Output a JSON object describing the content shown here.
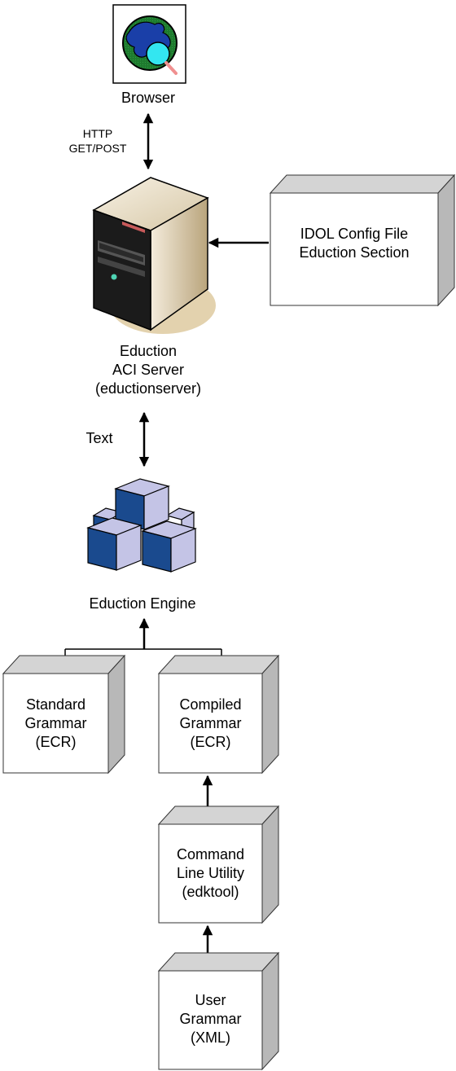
{
  "nodes": {
    "browser": {
      "label": "Browser"
    },
    "http_link": {
      "line1": "HTTP",
      "line2": "GET/POST"
    },
    "server": {
      "line1": "Eduction",
      "line2": "ACI Server",
      "line3": "(eductionserver)"
    },
    "config": {
      "line1": "IDOL Config File",
      "line2": "Eduction Section"
    },
    "text_link": {
      "label": "Text"
    },
    "engine": {
      "label": "Eduction Engine"
    },
    "standard_grammar": {
      "line1": "Standard",
      "line2": "Grammar",
      "line3": "(ECR)"
    },
    "compiled_grammar": {
      "line1": "Compiled",
      "line2": "Grammar",
      "line3": "(ECR)"
    },
    "command_line": {
      "line1": "Command",
      "line2": "Line Utility",
      "line3": "(edktool)"
    },
    "user_grammar": {
      "line1": "User",
      "line2": "Grammar",
      "line3": "(XML)"
    }
  },
  "colors": {
    "box_face": "#ffffff",
    "box_side": "#b8b8b8",
    "box_top": "#d4d4d4",
    "globe_land": "#1a3fa8",
    "globe_sea": "#1e7a2e",
    "magnifier": "#33e6f0",
    "cube_dark": "#1a4a8e",
    "cube_light": "#c4c4e6",
    "server_face": "#e8dcc4",
    "server_front": "#1a1a1a"
  },
  "icons": [
    "globe-browser-icon",
    "server-tower-icon",
    "engine-cubes-icon"
  ]
}
